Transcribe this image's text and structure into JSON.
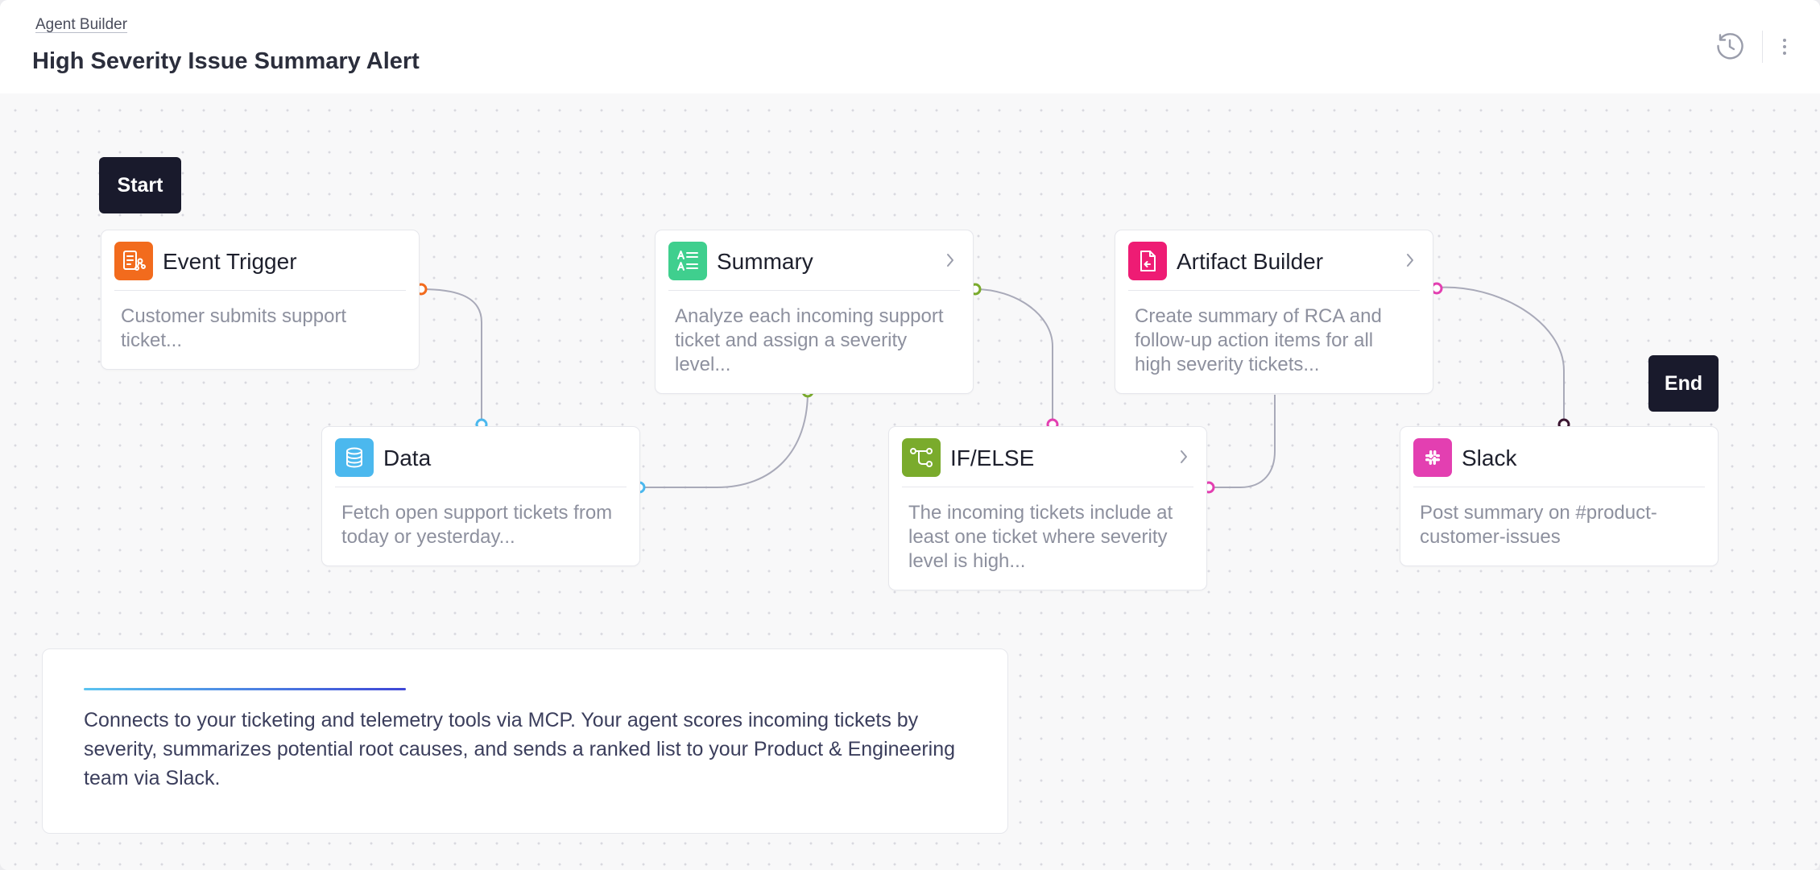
{
  "header": {
    "breadcrumb": "Agent Builder",
    "title": "High Severity Issue Summary Alert",
    "history_icon": "history-icon",
    "more_icon": "more-vertical-icon"
  },
  "flow": {
    "start_label": "Start",
    "end_label": "End",
    "nodes": [
      {
        "title": "Event Trigger",
        "description": "Customer submits support ticket...",
        "icon": "event-trigger-icon",
        "color": "#f26b1d",
        "has_chevron": false
      },
      {
        "title": "Data",
        "description": "Fetch open support tickets from today or yesterday...",
        "icon": "database-icon",
        "color": "#4bb8ee",
        "has_chevron": false
      },
      {
        "title": "Summary",
        "description": "Analyze each incoming support ticket and assign a severity level...",
        "icon": "summary-text-icon",
        "color": "#3fcf8e",
        "has_chevron": true
      },
      {
        "title": "IF/ELSE",
        "description": "The incoming tickets include at least one ticket where severity level is high...",
        "icon": "branch-icon",
        "color": "#7aab2c",
        "has_chevron": true
      },
      {
        "title": "Artifact Builder",
        "description": "Create summary of RCA and follow-up action items for all high severity tickets...",
        "icon": "artifact-file-icon",
        "color": "#ee1c74",
        "has_chevron": true
      },
      {
        "title": "Slack",
        "description": "Post summary on #product-customer-issues",
        "icon": "slack-icon",
        "color": "#e33fb1",
        "has_chevron": false
      }
    ]
  },
  "info": {
    "text": "Connects to your ticketing and telemetry tools via MCP. Your agent scores incoming tickets by severity, summarizes potential root causes, and sends a ranked list to your Product & Engineering team via Slack."
  }
}
